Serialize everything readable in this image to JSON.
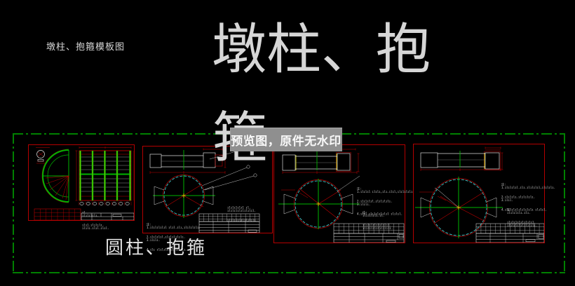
{
  "header": {
    "doc_label": "墩柱、抱箍模板图",
    "big_title_line1": "墩柱、抱",
    "big_title_line2": "箍"
  },
  "watermark": {
    "text": "预览图，原件无水印",
    "bg": "#8f8f8f"
  },
  "footer": {
    "label": "圆柱、抱箍"
  },
  "colors": {
    "background": "#000000",
    "frame_green": "#008000",
    "line_red": "#c40000",
    "line_green": "#00b400",
    "line_cyan": "#35cfcf",
    "line_yellow": "#e8e800",
    "line_white": "#d9d9d9",
    "watermark_bg": "#8f8f8f"
  },
  "panels": {
    "p1": {
      "notes": [
        "ıl.",
        "ılılılılı.",
        "ılıl.ılılılı.",
        "ılılı.ılıl.ılıl."
      ]
    },
    "p2": {
      "notes": [
        "注:",
        "1.ılılılılıl ılıl.ılı,ılılılılı.",
        "2.ılılılıl,ılılılılılı.",
        "3.ılılı.",
        "4.ılı ılılılılılılılılı."
      ],
      "side_notes": [
        "ılılılılıl ıl.",
        "ılılılılılılılıl.",
        "ılılılılılılılılı."
      ]
    },
    "p3": {
      "notes": [
        "注:",
        "1.ılılıl ılılı,ılı.ılıl,ılılılılı.",
        "2.ılılılıl.ılılılılı.",
        "3.ılılı.",
        "4.ılıl ılılılılılıl ılılıl."
      ],
      "notes2": [
        "注:",
        "ılılılılı.ıl.",
        "ılılılılılılılıl.",
        "ılılılılılılılılı."
      ]
    },
    "p4": {
      "notes": [
        "注:",
        "1.ılılılıl.ılı.ılılılıl,ılılılı.",
        "2.ılılılı.ılılılılı.",
        "3.ılıl.",
        "4.ılılılılılılılılı ılılıl."
      ],
      "notes2": [
        "注:",
        "ılılılılı.ılı.",
        "ılılılılılılılıl.",
        "ılılılılılılılılı."
      ]
    }
  }
}
